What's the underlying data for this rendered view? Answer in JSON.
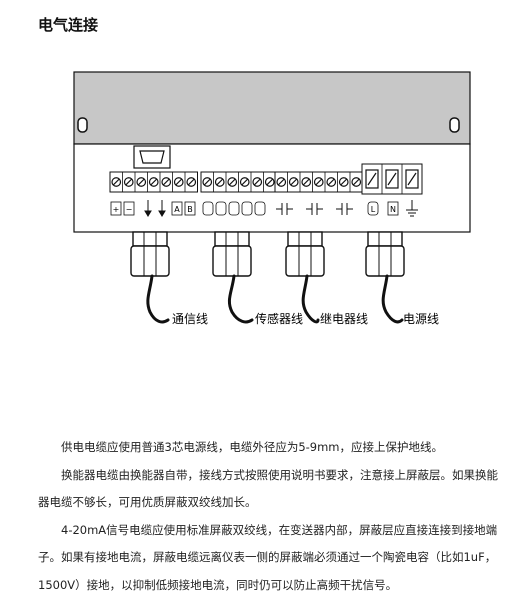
{
  "title": "电气连接",
  "diagram": {
    "cable_labels": {
      "comm": "通信线",
      "sensor": "传感器线",
      "relay": "继电器线",
      "power": "电源线"
    },
    "terminal_marks": {
      "plus": "+",
      "minus": "−",
      "a": "A",
      "b": "B",
      "l": "L",
      "n": "N"
    }
  },
  "paragraphs": [
    "供电电缆应使用普通3芯电源线，电缆外径应为5-9mm，应接上保护地线。",
    "换能器电缆由换能器自带，接线方式按照使用说明书要求，注意接上屏蔽层。如果换能器电缆不够长，可用优质屏蔽双绞线加长。",
    "4-20mA信号电缆应使用标准屏蔽双绞线，在变送器内部，屏蔽层应直接连接到接地端子。如果有接地电流，屏蔽电缆远离仪表一侧的屏蔽端必须通过一个陶瓷电容（比如1uF，1500V）接地，以抑制低频接地电流，同时仍可以防止高频干扰信号。"
  ]
}
